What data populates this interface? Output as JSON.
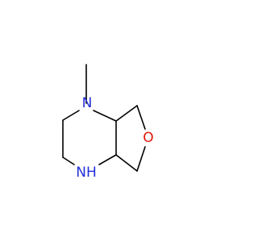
{
  "molecule": {
    "atoms": {
      "n_methyl": {
        "label": "N",
        "color": "#2330d8"
      },
      "n_h": {
        "label": "NH",
        "color": "#2330d8"
      },
      "o": {
        "label": "O",
        "color": "#e0160b"
      }
    }
  }
}
